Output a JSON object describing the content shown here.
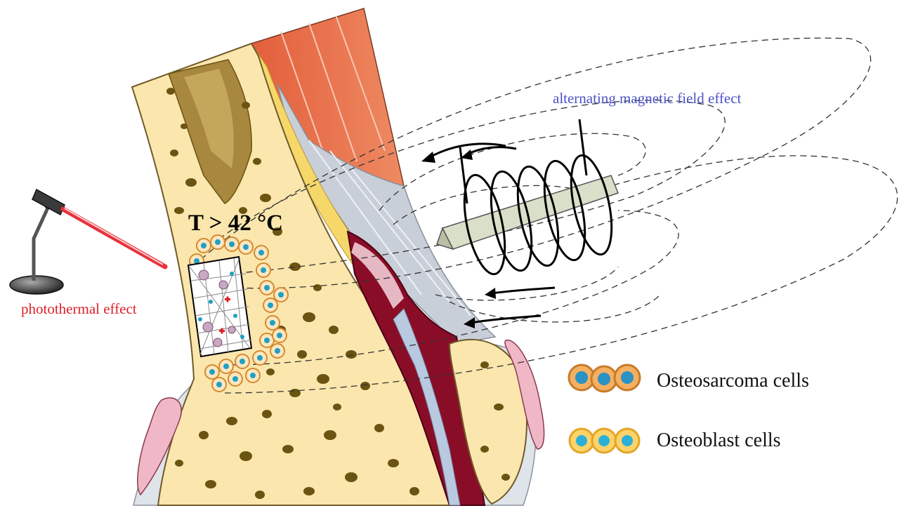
{
  "labels": {
    "magnetic_field": "alternating magnetic field effect",
    "photothermal": "photothermal effect",
    "temperature": "T > 42 °C"
  },
  "legend": [
    {
      "id": "osteosarcoma",
      "label": "Osteosarcoma cells"
    },
    {
      "id": "osteoblast",
      "label": "Osteoblast cells"
    }
  ],
  "colors": {
    "magnetic_label": "#4a54c8",
    "photothermal_label": "#e0202a",
    "bone": "#fbe6ad",
    "bone_pores": "#6b5312",
    "marrow": "#a8873f",
    "muscle": "#e56a45",
    "cartilage": "#c8d3e0",
    "joint_cavity": "#8a0d28",
    "laser": "#e8323a",
    "osteoblast_ring": "#f2b437",
    "osteosarcoma_ring": "#d48a2e",
    "nucleus": "#1fa0c4"
  },
  "icons": [
    "laser-lamp-icon",
    "coil-icon",
    "magnet-rod-icon"
  ]
}
